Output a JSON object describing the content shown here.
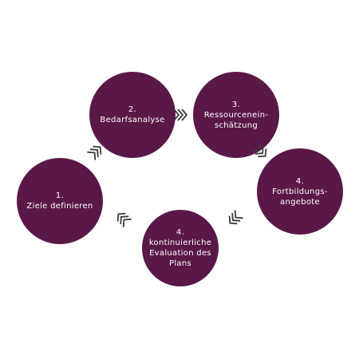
{
  "colors": {
    "circle": "#5a1847",
    "arrow": "#3a3a3a",
    "text": "#ffffff"
  },
  "nodes": [
    {
      "id": "ziele-definieren",
      "label": "1.\nZiele definieren"
    },
    {
      "id": "bedarfsanalyse",
      "label": "2.\nBedarfsanalyse"
    },
    {
      "id": "ressourceneinschaetzung",
      "label": "3.\nRessourcenein-\nschätzung"
    },
    {
      "id": "fortbildungsangebote",
      "label": "4.\nFortbildungs-\nangebote"
    },
    {
      "id": "kontinuierliche-evaluation",
      "label": "4.\nkontinuierliche\nEvaluation des\nPlans"
    }
  ],
  "arrows": [
    {
      "id": "1-to-2",
      "icon": "chevron-up-right-icon"
    },
    {
      "id": "2-to-3",
      "icon": "chevron-right-icon"
    },
    {
      "id": "3-to-4",
      "icon": "chevron-down-right-icon"
    },
    {
      "id": "4-to-5",
      "icon": "chevron-down-left-icon"
    },
    {
      "id": "5-to-1",
      "icon": "chevron-up-left-icon"
    }
  ]
}
